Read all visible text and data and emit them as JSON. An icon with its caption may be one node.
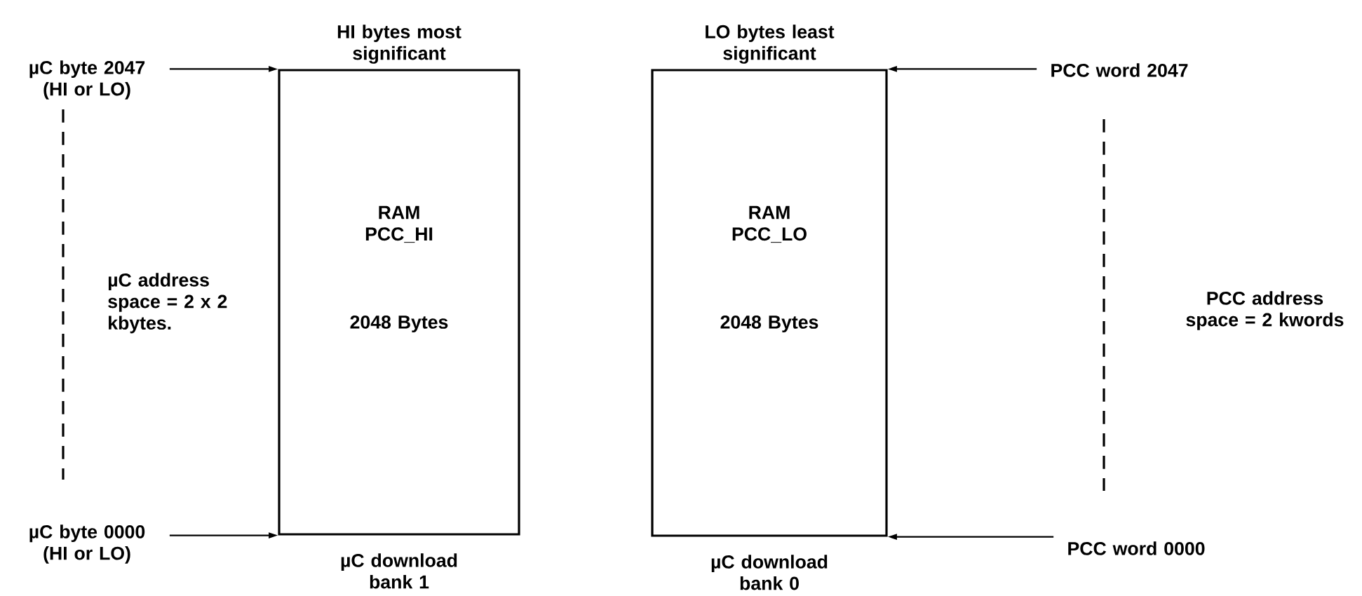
{
  "diagram": {
    "nodes": [
      {
        "text": [
          "µC byte 2047 (HI or LO)"
        ]
      },
      {
        "text": [
          "RAM PCC_HI",
          "2048 Bytes"
        ],
        "beside": [
          "HI bytes most significant",
          "µC download bank 1"
        ]
      },
      {
        "text": [
          "RAM PCC_LO",
          "2048 Bytes"
        ],
        "beside": [
          "LO bytes least significant",
          "µC download bank 0"
        ]
      },
      {
        "text": [
          "PCC word 2047"
        ]
      },
      {
        "text": [
          "µC byte 0000 (HI or LO)"
        ]
      },
      {
        "text": [
          "PCC word 0000"
        ]
      }
    ],
    "edges": [
      {
        "from": 0,
        "to": 1,
        "arrow": "to"
      },
      {
        "from": 4,
        "to": 1,
        "arrow": "to"
      },
      {
        "from": 3,
        "to": 2,
        "arrow": "to"
      },
      {
        "from": 5,
        "to": 2,
        "arrow": "to"
      }
    ],
    "labels": [
      "µC address space = 2 x 2 kbytes.",
      "PCC address space = 2 kwords"
    ]
  }
}
